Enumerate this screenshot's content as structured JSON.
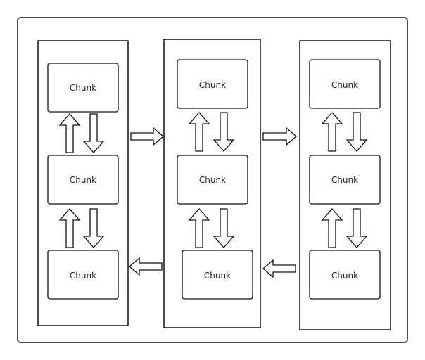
{
  "chunk_label": "Chunk",
  "colors": {
    "stroke": "#111111",
    "fill": "#ffffff"
  },
  "columns": [
    {
      "name": "column-1",
      "chunks": [
        "Chunk",
        "Chunk",
        "Chunk"
      ]
    },
    {
      "name": "column-2",
      "chunks": [
        "Chunk",
        "Chunk",
        "Chunk"
      ]
    },
    {
      "name": "column-3",
      "chunks": [
        "Chunk",
        "Chunk",
        "Chunk"
      ]
    }
  ],
  "connections": [
    {
      "from": "column-1",
      "to": "column-2",
      "direction": "right"
    },
    {
      "from": "column-2",
      "to": "column-3",
      "direction": "right"
    },
    {
      "from": "column-3",
      "to": "column-2",
      "direction": "left"
    },
    {
      "from": "column-2",
      "to": "column-1",
      "direction": "left"
    }
  ]
}
